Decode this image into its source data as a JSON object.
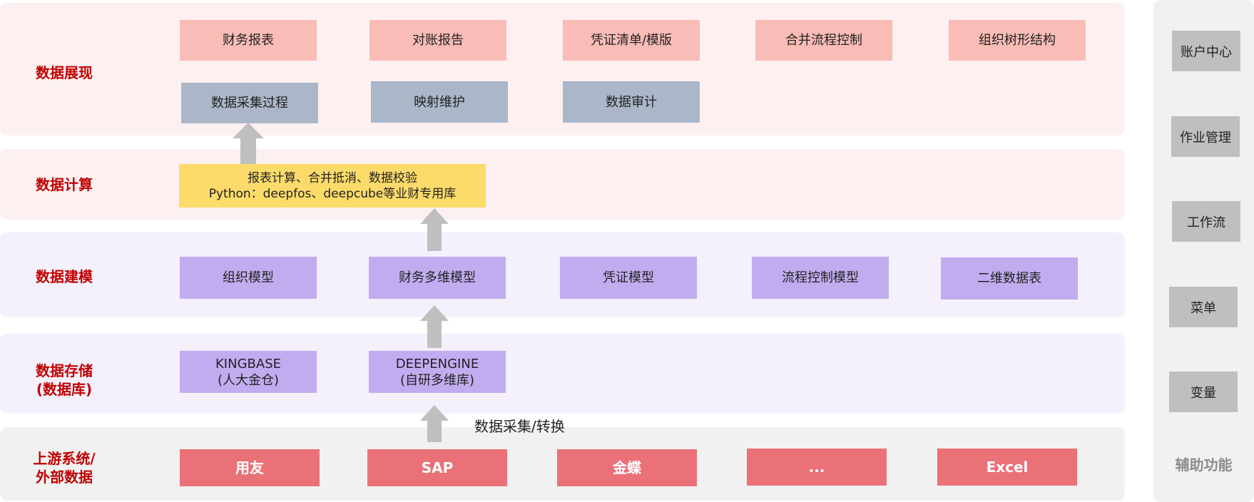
{
  "colors": {
    "label_red": "#c00000",
    "presentation_box": "#f9bcb6",
    "process_box": "#abb6c9",
    "model_box": "#c2acf0",
    "compute_box": "#fcdb6a",
    "source_box": "#ea7178",
    "side_box": "#bfbfbf",
    "arrow": "#bfbfbf"
  },
  "layers": {
    "presentation": {
      "label": "数据展现",
      "row1": [
        "财务报表",
        "对账报告",
        "凭证清单/模版",
        "合并流程控制",
        "组织树形结构"
      ],
      "row2": [
        "数据采集过程",
        "映射维护",
        "数据审计"
      ]
    },
    "compute": {
      "label": "数据计算",
      "line1": "报表计算、合并抵消、数据校验",
      "line2": "Python：deepfos、deepcube等业财专用库"
    },
    "modeling": {
      "label": "数据建模",
      "items": [
        "组织模型",
        "财务多维模型",
        "凭证模型",
        "流程控制模型",
        "二维数据表"
      ]
    },
    "storage": {
      "label_line1": "数据存储",
      "label_line2": "(数据库)",
      "items": [
        {
          "name": "KINGBASE",
          "sub": "(人大金仓)"
        },
        {
          "name": "DEEPENGINE",
          "sub": "(自研多维库)"
        }
      ]
    },
    "sources": {
      "label_line1": "上游系统/",
      "label_line2": "外部数据",
      "items": [
        "用友",
        "SAP",
        "金蝶",
        "...",
        "Excel"
      ]
    }
  },
  "flow_note": "数据采集/转换",
  "side_panel": {
    "title": "辅助功能",
    "items": [
      "账户中心",
      "作业管理",
      "工作流",
      "菜单",
      "变量"
    ]
  }
}
